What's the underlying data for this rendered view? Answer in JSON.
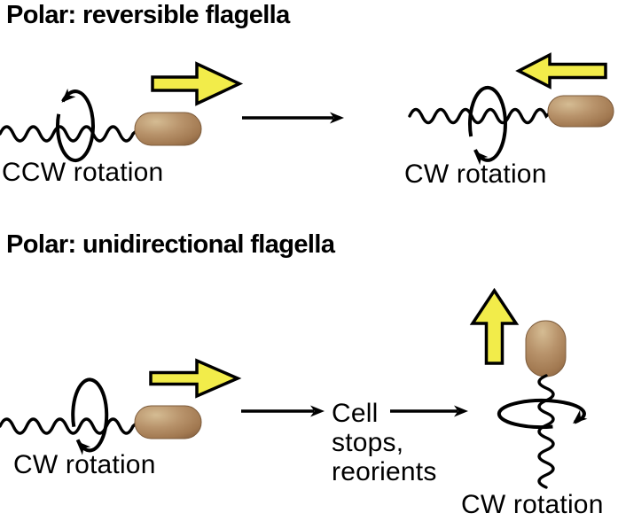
{
  "title": "Polar flagella rotation diagram",
  "colors": {
    "background": "#ffffff",
    "ink": "#000000",
    "arrow_fill": "#f2ec4a",
    "cell_highlight": "#d5bc93",
    "cell_mid": "#b8936b",
    "cell_shade": "#a17850",
    "cell_dark": "#845f3f",
    "cell_outline": "#7d5c3c"
  },
  "panels": [
    {
      "heading": "Polar: reversible flagella",
      "left": {
        "label": "CCW rotation",
        "motion_arrow": "arrow-right",
        "rotation": "counterclockwise"
      },
      "transition_arrow": "arrow-right",
      "right": {
        "label": "CW rotation",
        "motion_arrow": "arrow-left",
        "rotation": "clockwise"
      }
    },
    {
      "heading": "Polar: unidirectional flagella",
      "left": {
        "label": "CW rotation",
        "motion_arrow": "arrow-right",
        "rotation": "clockwise"
      },
      "middle": {
        "lines": [
          "Cell",
          "stops,",
          "reorients"
        ],
        "transition_arrows": [
          "arrow-right",
          "arrow-right"
        ]
      },
      "right": {
        "label": "CW rotation",
        "motion_arrow": "arrow-up",
        "rotation": "clockwise"
      }
    }
  ]
}
